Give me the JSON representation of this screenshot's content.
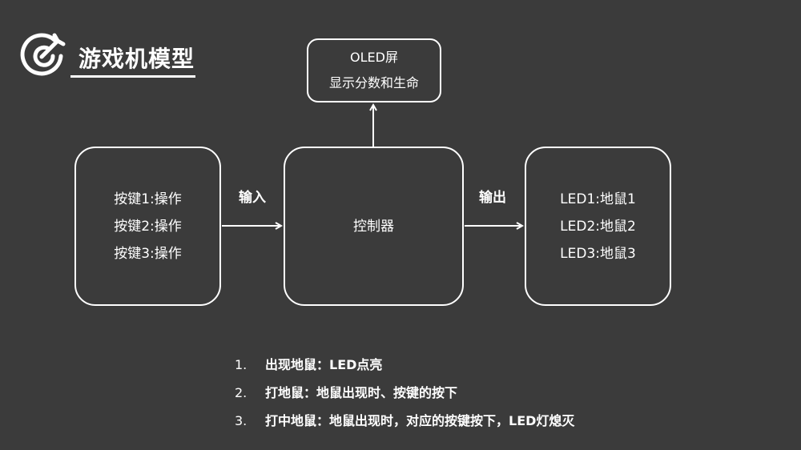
{
  "title": "游戏机模型",
  "icon": "target-arrow-icon",
  "oled": {
    "line1": "OLED屏",
    "line2": "显示分数和生命"
  },
  "keys": [
    "按键1:操作",
    "按键2:操作",
    "按键3:操作"
  ],
  "controller": "控制器",
  "leds": [
    "LED1:地鼠1",
    "LED2:地鼠2",
    "LED3:地鼠3"
  ],
  "input_label": "输入",
  "output_label": "输出",
  "notes": [
    {
      "num": "1.",
      "text": "出现地鼠：LED点亮"
    },
    {
      "num": "2.",
      "text": "打地鼠：地鼠出现时、按键的按下"
    },
    {
      "num": "3.",
      "text": "打中地鼠：地鼠出现时，对应的按键按下，LED灯熄灭"
    }
  ],
  "colors": {
    "background": "#3b3b3b",
    "foreground": "#ffffff"
  }
}
